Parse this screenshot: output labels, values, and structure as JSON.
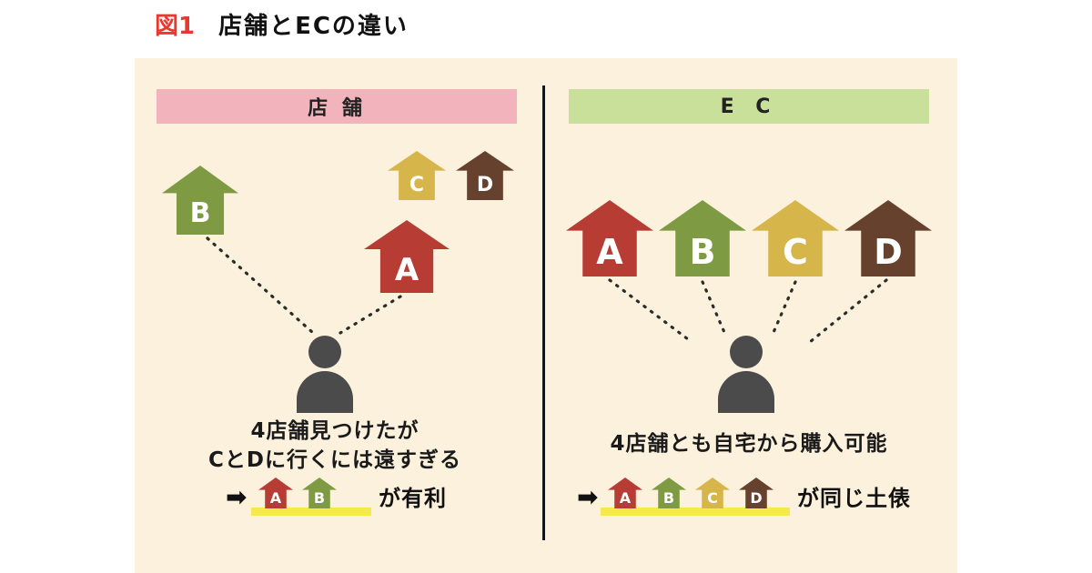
{
  "title": {
    "figure_label": "図1",
    "text": "店舗とECの違い"
  },
  "icons": {
    "arrow_right": "➡"
  },
  "store_section": {
    "header": "店 舗",
    "houses": {
      "a": "A",
      "b": "B",
      "c": "C",
      "d": "D"
    },
    "caption_line1": "4店舗見つけたが",
    "caption_line2": "CとDに行くには遠すぎる",
    "result_houses": [
      "A",
      "B"
    ],
    "result_text": "が有利"
  },
  "ec_section": {
    "header": "E C",
    "houses": {
      "a": "A",
      "b": "B",
      "c": "C",
      "d": "D"
    },
    "caption": "4店舗とも自宅から購入可能",
    "result_houses": [
      "A",
      "B",
      "C",
      "D"
    ],
    "result_text": "が同じ土俵"
  },
  "colors": {
    "panel_bg": "#fcf1dc",
    "store_header_bg": "#f2b3bd",
    "ec_header_bg": "#c9e09a",
    "house_a_red": "#b73c34",
    "house_b_green": "#7e9b43",
    "house_c_yellow": "#d6b54a",
    "house_d_brown": "#66412e",
    "person_gray": "#4b4b4b",
    "highlight_yellow": "#f6e94a",
    "figure_label_red": "#e8382f",
    "divider_black": "#151515"
  }
}
